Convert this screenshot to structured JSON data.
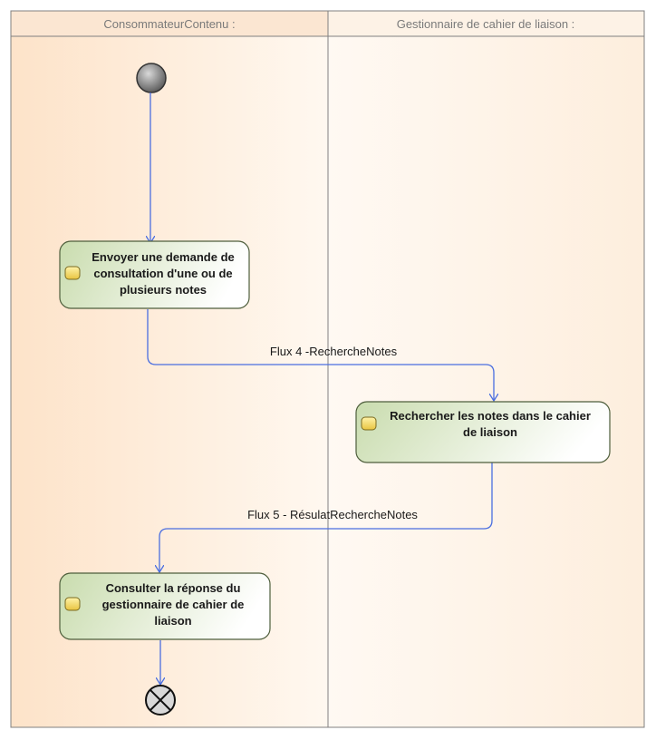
{
  "swimlanes": [
    {
      "title": "ConsommateurContenu :"
    },
    {
      "title": "Gestionnaire de cahier de liaison :"
    }
  ],
  "activities": [
    {
      "lines": [
        "Envoyer une demande de",
        "consultation d'une ou de",
        "plusieurs notes"
      ]
    },
    {
      "lines": [
        "Rechercher les notes dans le cahier",
        "de liaison"
      ]
    },
    {
      "lines": [
        "Consulter la réponse du",
        "gestionnaire de cahier de",
        "liaison"
      ]
    }
  ],
  "flows": [
    {
      "label": ""
    },
    {
      "label": "Flux 4 -RechercheNotes"
    },
    {
      "label": "Flux 5 - RésulatRechercheNotes"
    },
    {
      "label": ""
    }
  ],
  "colors": {
    "lane_left": "#fde9d3",
    "lane_right": "#fdf3ea",
    "activity_fill_start": "#d3e2bd",
    "activity_fill_end": "#ffffff",
    "activity_stroke": "#4e5e3c",
    "flow": "#4a6ee0",
    "frame": "#808080"
  }
}
